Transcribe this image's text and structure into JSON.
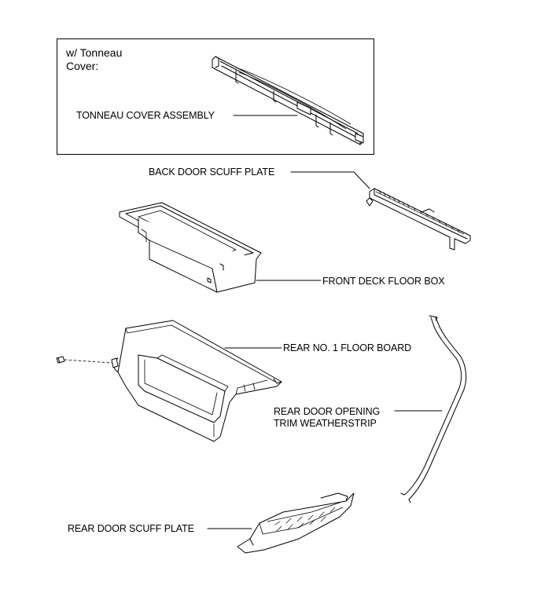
{
  "variant_box": {
    "note_line1": "w/ Tonneau",
    "note_line2": "Cover:"
  },
  "labels": {
    "tonneau_cover_assembly": "TONNEAU COVER ASSEMBLY",
    "back_door_scuff_plate": "BACK DOOR SCUFF PLATE",
    "front_deck_floor_box": "FRONT DECK FLOOR BOX",
    "rear_no1_floor_board": "REAR NO. 1 FLOOR BOARD",
    "rear_door_opening_line1": "REAR DOOR OPENING",
    "rear_door_opening_line2": "TRIM WEATHERSTRIP",
    "rear_door_scuff_plate": "REAR DOOR SCUFF PLATE"
  }
}
